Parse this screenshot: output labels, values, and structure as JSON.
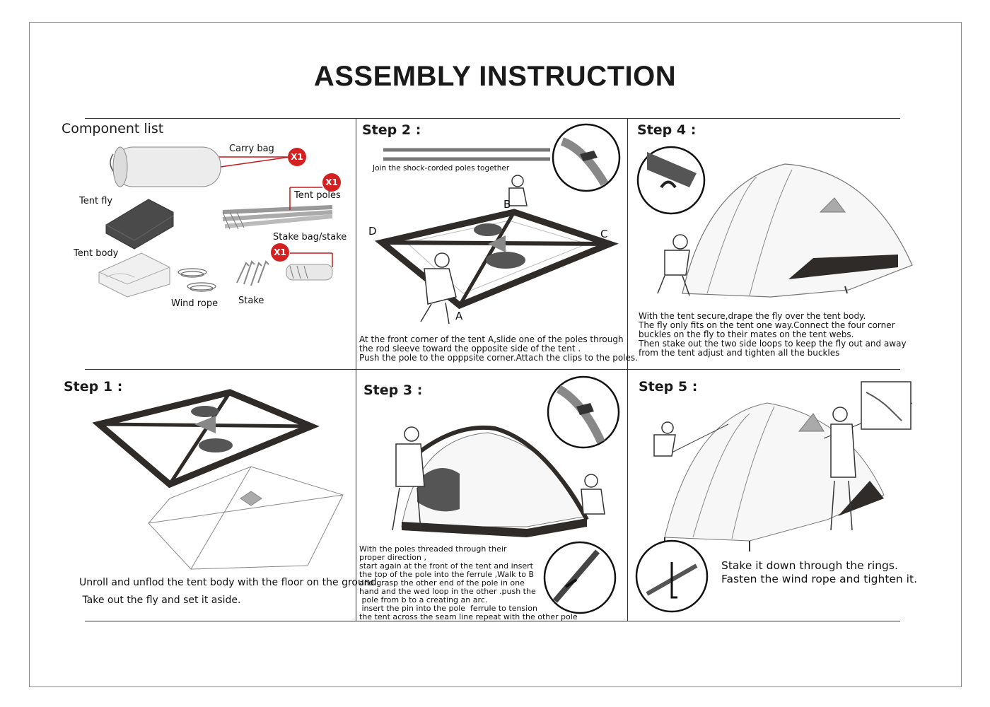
{
  "title": "ASSEMBLY INSTRUCTION",
  "colors": {
    "badge": "#d42020",
    "ink": "#1a1a1a",
    "floor": "#2e2b29"
  },
  "components": {
    "heading": "Component list",
    "carry_bag": "Carry bag",
    "carry_bag_qty": "X1",
    "tent_poles": "Tent poles",
    "tent_poles_qty": "X1",
    "stake_bag": "Stake bag/stake",
    "stake_bag_qty": "X1",
    "tent_fly": "Tent fly",
    "tent_body": "Tent body",
    "wind_rope": "Wind rope",
    "stake": "Stake"
  },
  "step2": {
    "heading": "Step 2 :",
    "caption": "Join the shock-corded poles together",
    "labels": {
      "a": "A",
      "b": "B",
      "c": "C",
      "d": "D"
    },
    "text": "At the front corner of the tent A,slide one of the poles through\nthe rod sleeve toward the opposite side of the tent .\nPush the pole to the opppsite corner.Attach the clips to the poles."
  },
  "step4": {
    "heading": "Step 4 :",
    "text": "With the tent secure,drape the fly over the tent body.\nThe fly only fits on the tent one way.Connect the four corner\nbuckles on the fly to their mates on the tent webs.\nThen stake out the two side loops to keep the fly out and away\nfrom the tent adjust and tighten all the buckles"
  },
  "step1": {
    "heading": "Step 1 :",
    "text": "Unroll and unflod the tent body with the floor on the ground.\n Take out the fly and set it aside."
  },
  "step3": {
    "heading": "Step 3 :",
    "text": "With the poles threaded through their\nproper direction ,\nstart again at the front of the tent and insert\nthe top of the pole into the ferrule ,Walk to B\nand grasp the other end of the pole in one\nhand and the wed loop in the other .push the\n pole from b to a creating an arc.\n insert the pin into the pole  ferrule to tension\nthe tent across the seam line repeat with the other pole"
  },
  "step5": {
    "heading": "Step 5 :",
    "text": "Stake it down through the rings.\nFasten the wind rope and tighten it."
  }
}
